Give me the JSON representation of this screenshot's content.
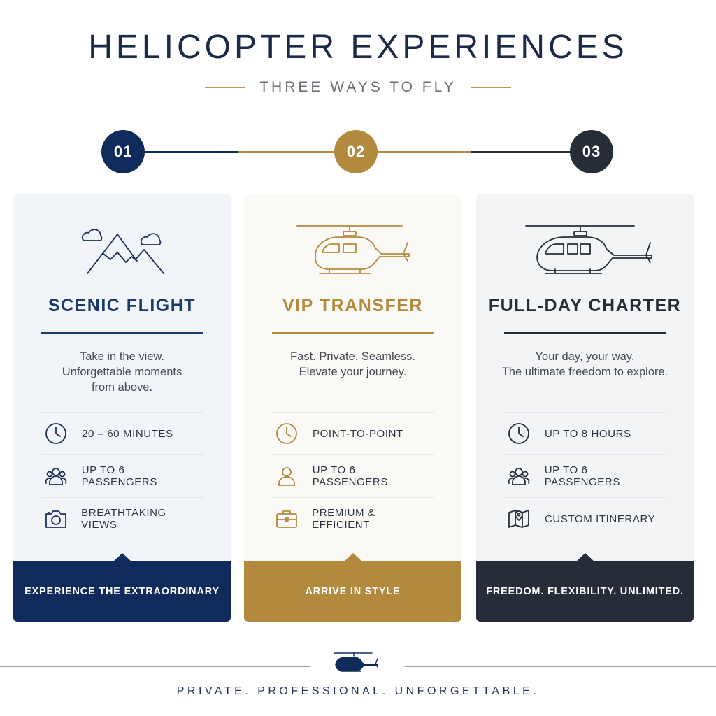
{
  "header": {
    "title": "HELICOPTER EXPERIENCES",
    "subtitle": "THREE WAYS TO FLY"
  },
  "colors": {
    "navy": "#0f2b5b",
    "gold": "#b28a3e",
    "charcoal": "#272d38"
  },
  "steps": [
    {
      "number": "01",
      "color": "#0f2b5b"
    },
    {
      "number": "02",
      "color": "#b28a3e"
    },
    {
      "number": "03",
      "color": "#272d38"
    }
  ],
  "cards": [
    {
      "icon": "mountains-clouds-icon",
      "title": "SCENIC FLIGHT",
      "description": [
        "Take in the view.",
        "Unforgettable moments",
        "from above."
      ],
      "features": [
        {
          "icon": "clock-icon",
          "label": "20 – 60 MINUTES"
        },
        {
          "icon": "passengers-icon",
          "label": "UP TO 6 PASSENGERS"
        },
        {
          "icon": "camera-icon",
          "label": "BREATHTAKING VIEWS"
        }
      ],
      "banner": "EXPERIENCE THE EXTRAORDINARY"
    },
    {
      "icon": "helicopter-icon",
      "title": "VIP TRANSFER",
      "description": [
        "Fast. Private. Seamless.",
        "Elevate your journey."
      ],
      "features": [
        {
          "icon": "clock-icon",
          "label": "POINT-TO-POINT"
        },
        {
          "icon": "person-icon",
          "label": "UP TO 6 PASSENGERS"
        },
        {
          "icon": "briefcase-icon",
          "label": "PREMIUM & EFFICIENT"
        }
      ],
      "banner": "ARRIVE IN STYLE"
    },
    {
      "icon": "helicopter-icon",
      "title": "FULL-DAY CHARTER",
      "description": [
        "Your day, your way.",
        "The ultimate freedom to explore."
      ],
      "features": [
        {
          "icon": "clock-icon",
          "label": "UP TO 8 HOURS"
        },
        {
          "icon": "passengers-icon",
          "label": "UP TO 6 PASSENGERS"
        },
        {
          "icon": "map-pin-icon",
          "label": "CUSTOM ITINERARY"
        }
      ],
      "banner": "FREEDOM. FLEXIBILITY. UNLIMITED."
    }
  ],
  "footer": {
    "icon": "helicopter-icon",
    "tagline": "PRIVATE. PROFESSIONAL. UNFORGETTABLE."
  }
}
